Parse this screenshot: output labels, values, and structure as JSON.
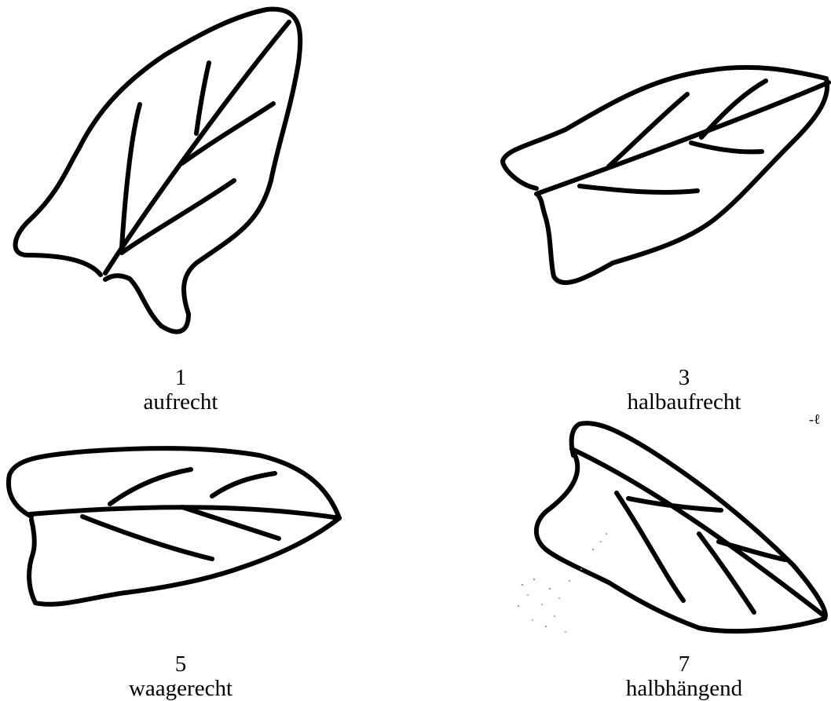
{
  "leaves": [
    {
      "id": "leaf-1",
      "number": "1",
      "label": "aufrecht"
    },
    {
      "id": "leaf-3",
      "number": "3",
      "label": "halbaufrecht"
    },
    {
      "id": "leaf-5",
      "number": "5",
      "label": "waagerecht"
    },
    {
      "id": "leaf-7",
      "number": "7",
      "label": "halbhängend"
    }
  ],
  "stray_mark": "-ℓ",
  "colors": {
    "ink": "#000000",
    "background": "#ffffff"
  }
}
